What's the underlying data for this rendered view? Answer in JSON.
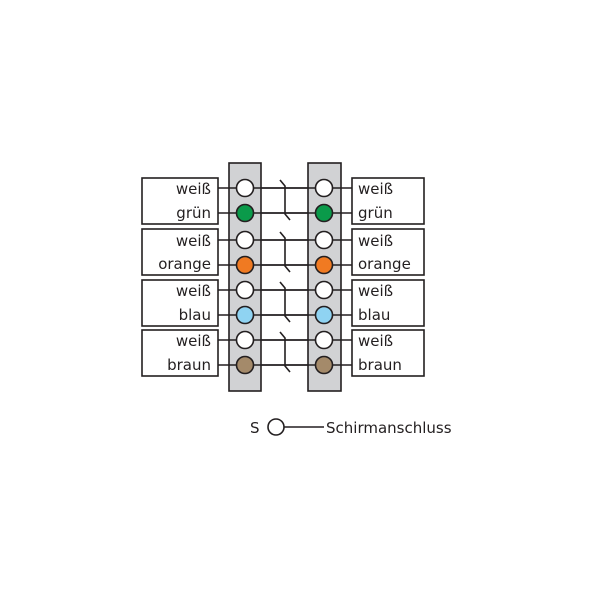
{
  "diagram": {
    "type": "wiring-pinout",
    "colors": {
      "line": "#231f20",
      "column_fill": "#d1d2d4",
      "white": "#ffffff",
      "green": "#0a9a4a",
      "orange": "#f07a22",
      "blue": "#8fd3f2",
      "brown": "#a48a6a"
    },
    "pairs": [
      {
        "top": "weiß",
        "bottom": "grün",
        "bottom_color": "#0a9a4a"
      },
      {
        "top": "weiß",
        "bottom": "orange",
        "bottom_color": "#f07a22"
      },
      {
        "top": "weiß",
        "bottom": "blau",
        "bottom_color": "#8fd3f2"
      },
      {
        "top": "weiß",
        "bottom": "braun",
        "bottom_color": "#a48a6a"
      }
    ],
    "left": {
      "labels": [
        {
          "top": "weiß",
          "bottom": "grün"
        },
        {
          "top": "weiß",
          "bottom": "orange"
        },
        {
          "top": "weiß",
          "bottom": "blau"
        },
        {
          "top": "weiß",
          "bottom": "braun"
        }
      ]
    },
    "right": {
      "labels": [
        {
          "top": "weiß",
          "bottom": "grün"
        },
        {
          "top": "weiß",
          "bottom": "orange"
        },
        {
          "top": "weiß",
          "bottom": "blau"
        },
        {
          "top": "weiß",
          "bottom": "braun"
        }
      ]
    },
    "legend": {
      "symbol_label": "S",
      "text": "Schirmanschluss"
    }
  }
}
